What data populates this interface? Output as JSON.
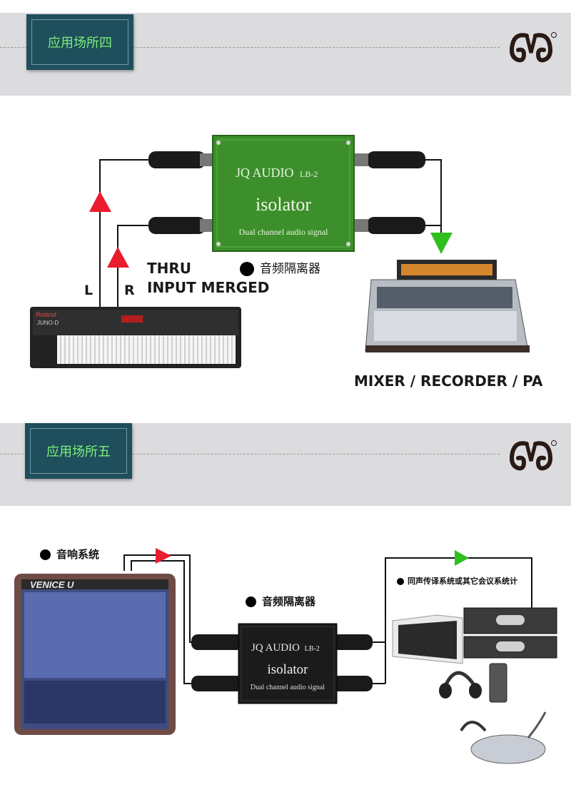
{
  "section4": {
    "tag": "应用场所四",
    "box": {
      "brand": "JQ AUDIO",
      "model": "LB-2",
      "name": "isolator",
      "desc": "Dual channel audio signal"
    },
    "keyboard": {
      "brand": "Roland",
      "model": "JUNO-D"
    },
    "label_left": "L",
    "label_right": "R",
    "label_thru": "THRU",
    "label_input": "INPUT MERGED",
    "isolator_caption": "音频隔离器",
    "mixer_caption": "MIXER / RECORDER / PA"
  },
  "section5": {
    "tag": "应用场所五",
    "box": {
      "brand": "JQ AUDIO",
      "model": "LB-2",
      "name": "isolator",
      "desc": "Dual channel audio signal"
    },
    "mixer_brand": "VENICE U",
    "sound_caption": "音响系统",
    "isolator_caption": "音频隔离器",
    "conference_caption": "同声传译系统或其它会议系统计"
  },
  "colors": {
    "band": "#dcdcdf",
    "tag_bg": "#1f4f5c",
    "tag_text": "#7cf07a",
    "box4": "#3c8f2a",
    "box5": "#1b1b1b",
    "arrow_red": "#ea1c2e",
    "arrow_green": "#2fbf1f"
  }
}
